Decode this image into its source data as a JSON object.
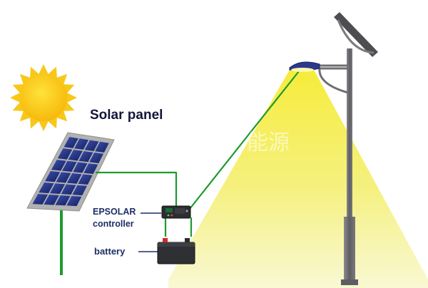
{
  "labels": {
    "solar_panel": "Solar panel",
    "controller_brand": "EPSOLAR",
    "controller_word": "controller",
    "battery": "battery",
    "watermark": "能源"
  },
  "icons": [
    "sun-icon",
    "solar-panel-icon",
    "charge-controller-icon",
    "battery-icon",
    "lamp-head-icon",
    "street-light-pole-icon"
  ],
  "colors": {
    "sun": "#f7c81a",
    "sun_core": "#ffd21f",
    "panel_frame": "#a9a9a9",
    "panel_cell": "#1f2f7a",
    "wire": "#1e9a2f",
    "light_beam": "#f2ea44",
    "pole": "#6f6f73",
    "label_text": "#1c2f66"
  }
}
